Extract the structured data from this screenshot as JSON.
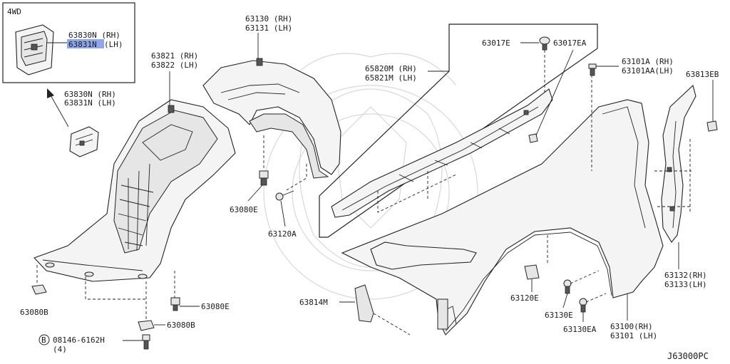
{
  "diagram_code": "J63000PC",
  "inset": {
    "title": "4WD",
    "label_rh": "63830N (RH)",
    "label_lh_highlight": "63831N",
    "label_lh_suffix": " (LH)"
  },
  "callouts": {
    "p63830n_rh": "63830N (RH)",
    "p63831n_lh": "63831N (LH)",
    "p63821_rh": "63821 (RH)",
    "p63822_lh": "63822 (LH)",
    "p63130_rh": "63130 (RH)",
    "p63131_lh": "63131 (LH)",
    "p65820m_rh": "65820M (RH)",
    "p65821m_lh": "65821M (LH)",
    "p63017e": "63017E",
    "p63017ea": "63017EA",
    "p63101a_rh": "63101A (RH)",
    "p63101aa_lh": "63101AA(LH)",
    "p63813eb": "63813EB",
    "p63080e_left": "63080E",
    "p63120a": "63120A",
    "p63080b_left": "63080B",
    "p63080e_lower": "63080E",
    "p63080b_lower": "63080B",
    "p08146": "08146-6162H",
    "p08146_qty": "(4)",
    "p08146_prefix": "B",
    "p63814m": "63814M",
    "p63120e": "63120E",
    "p63130e": "63130E",
    "p63130ea": "63130EA",
    "p63100_rh": "63100(RH)",
    "p63101_lh": "63101 (LH)",
    "p63132_rh": "63132(RH)",
    "p63133_lh": "63133(LH)"
  },
  "colors": {
    "highlight": "#8fa7e8",
    "line": "#222222"
  }
}
